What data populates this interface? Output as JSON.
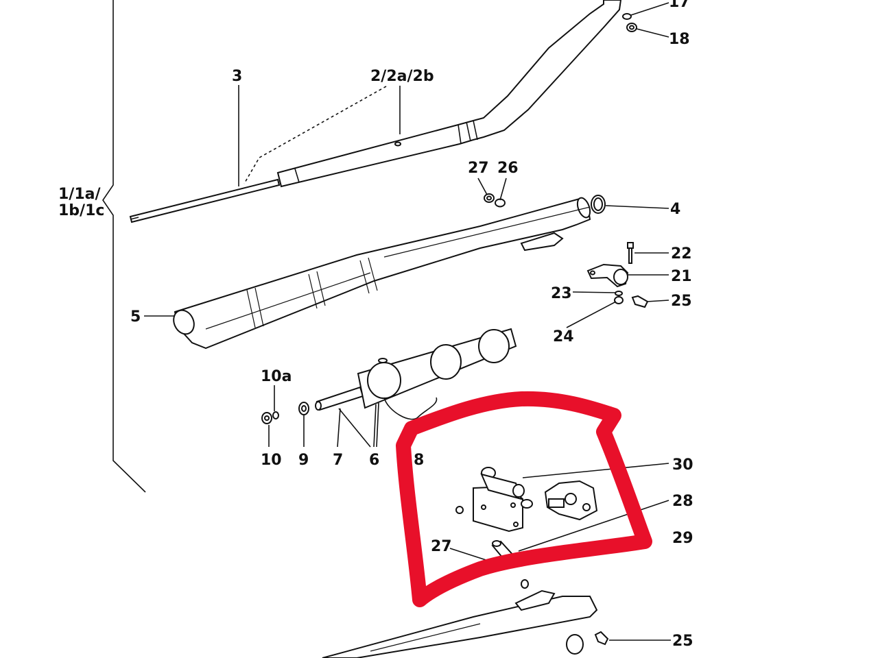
{
  "labels": {
    "l17": "17",
    "l18": "18",
    "l3": "3",
    "l2": "2/2a/2b",
    "l27a": "27",
    "l26": "26",
    "l1_line1": "1/1a/",
    "l1_line2": "1b/1c",
    "l4": "4",
    "l22": "22",
    "l21": "21",
    "l23": "23",
    "l25a": "25",
    "l24": "24",
    "l5": "5",
    "l10a": "10a",
    "l10": "10",
    "l9": "9",
    "l7": "7",
    "l6": "6",
    "l8": "8",
    "l30": "30",
    "l28": "28",
    "l29": "29",
    "l27b": "27",
    "l25b": "25"
  },
  "colors": {
    "ink": "#111111",
    "highlight": "#e8102a",
    "paper": "#ffffff"
  }
}
